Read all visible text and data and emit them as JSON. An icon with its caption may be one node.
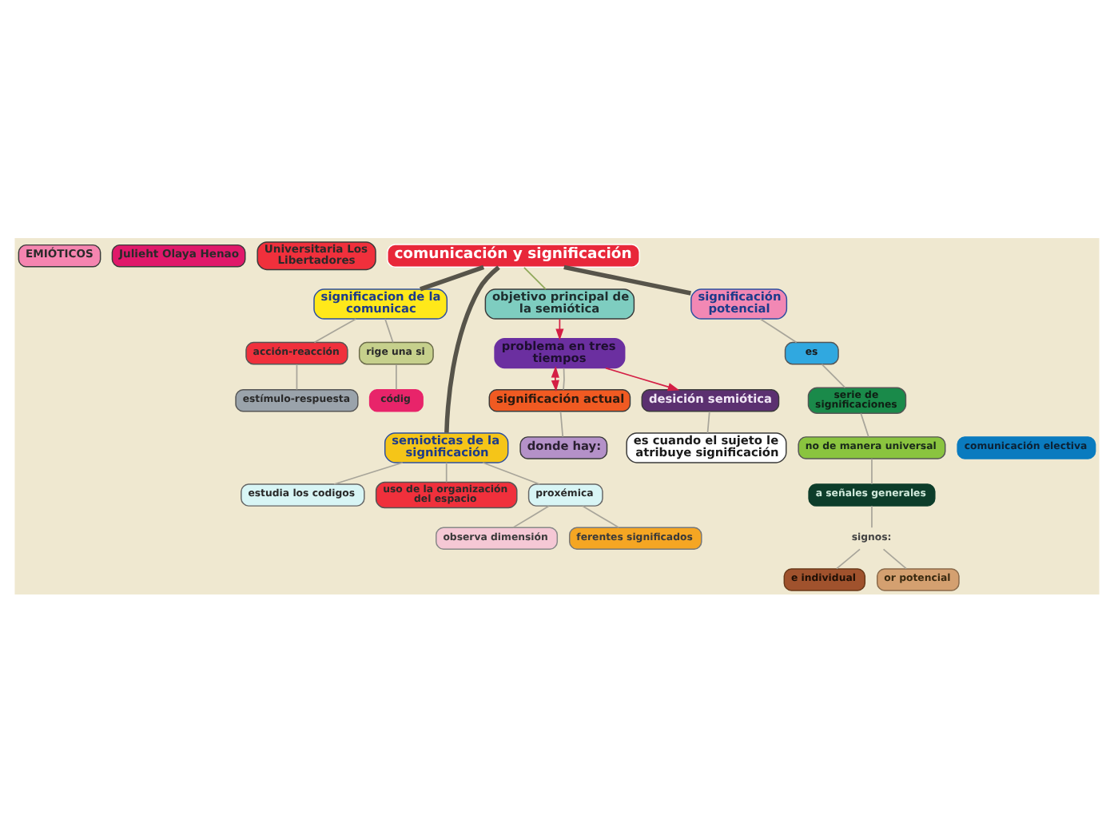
{
  "diagram": {
    "nodes": [
      {
        "text": [
          "EMIÓTICOS"
        ]
      },
      {
        "text": [
          "Julieht Olaya Henao"
        ]
      },
      {
        "text": [
          "Universitaria Los Libertadores"
        ]
      },
      {
        "text": [
          "códig"
        ]
      },
      {
        "text": [
          "estímulo-respuesta"
        ]
      },
      {
        "text": [
          "acción-reacción"
        ]
      },
      {
        "text": [
          "rige una si"
        ]
      },
      {
        "text": [
          "significacion de la comunicac"
        ]
      },
      {
        "text": [
          "estudia los codigos"
        ]
      },
      {
        "text": [
          "comunicación y significación"
        ]
      },
      {
        "text": [
          "uso de la organización del espacio"
        ]
      },
      {
        "text": [
          "semioticas de la significación"
        ]
      },
      {
        "text": [
          "objetivo principal de la semiótica"
        ]
      },
      {
        "text": [
          "observa dimensión"
        ]
      },
      {
        "text": [
          "proxémica"
        ]
      },
      {
        "text": [
          "ferentes significados"
        ]
      },
      {
        "text": [
          "es"
        ]
      },
      {
        "text": [
          "significación potencial"
        ]
      },
      {
        "text": [
          "problema en tres tiempos"
        ]
      },
      {
        "text": [
          "serie de significaciones"
        ]
      },
      {
        "text": [
          "no de manera universal"
        ]
      },
      {
        "text": [
          "significación actual"
        ]
      },
      {
        "text": [
          "a señales generales"
        ]
      },
      {
        "text": [
          "signos:"
        ]
      },
      {
        "text": [
          "donde hay:"
        ]
      },
      {
        "text": [
          "desición semiótica"
        ]
      },
      {
        "text": [
          "e individual"
        ]
      },
      {
        "text": [
          "comunicación electiva"
        ]
      },
      {
        "text": [
          "or potencial"
        ]
      },
      {
        "text": [
          "es cuando el sujeto le atribuye significación"
        ]
      }
    ],
    "edges": [
      {
        "from": 9,
        "to": 7,
        "arrow": "none",
        "style": "thick",
        "color": "#57544a"
      },
      {
        "from": 9,
        "to": 11,
        "arrow": "none",
        "style": "thick",
        "color": "#57544a"
      },
      {
        "from": 9,
        "to": 17,
        "arrow": "none",
        "style": "thick",
        "color": "#57544a"
      },
      {
        "from": 9,
        "to": 12,
        "arrow": "none",
        "color": "#8fa85a"
      },
      {
        "from": 7,
        "to": 5,
        "arrow": "none"
      },
      {
        "from": 7,
        "to": 6,
        "arrow": "none"
      },
      {
        "from": 5,
        "to": 4,
        "arrow": "none"
      },
      {
        "from": 6,
        "to": 3,
        "arrow": "none"
      },
      {
        "from": 11,
        "to": 8,
        "arrow": "none"
      },
      {
        "from": 11,
        "to": 10,
        "arrow": "none"
      },
      {
        "from": 11,
        "to": 14,
        "arrow": "none"
      },
      {
        "from": 14,
        "to": 13,
        "arrow": "none"
      },
      {
        "from": 14,
        "to": 15,
        "arrow": "none"
      },
      {
        "from": 17,
        "to": 16,
        "arrow": "none"
      },
      {
        "from": 16,
        "to": 19,
        "arrow": "none"
      },
      {
        "from": 19,
        "to": 20,
        "arrow": "none"
      },
      {
        "from": 20,
        "to": 22,
        "arrow": "none"
      },
      {
        "from": 22,
        "to": 23,
        "arrow": "none"
      },
      {
        "from": 23,
        "to": 26,
        "arrow": "none"
      },
      {
        "from": 23,
        "to": 28,
        "arrow": "none"
      },
      {
        "from": 12,
        "to": 18,
        "arrow": "to",
        "color": "#d41f45"
      },
      {
        "from": 18,
        "to": 25,
        "arrow": "to",
        "color": "#d41f45"
      },
      {
        "from": 18,
        "to": 21,
        "arrow": "both",
        "color": "#d41f45"
      },
      {
        "from": 18,
        "to": 21,
        "arrow": "none"
      },
      {
        "from": 21,
        "to": 24,
        "arrow": "none"
      },
      {
        "from": 25,
        "to": 29,
        "arrow": "none"
      }
    ]
  }
}
